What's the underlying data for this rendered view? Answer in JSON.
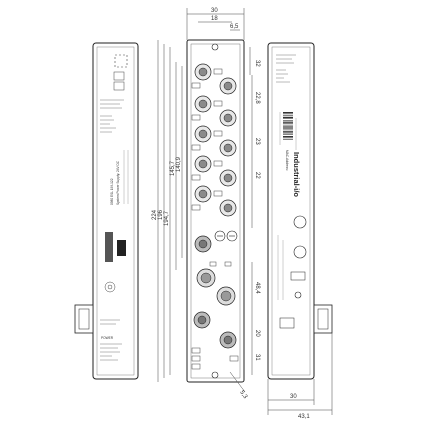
{
  "dimensions": {
    "width_top": "30",
    "offset_top": "18",
    "height_total": "224",
    "height_inner": "196",
    "height_pitch": "194,7",
    "length_main": "145,7",
    "length_aux": "140,9",
    "d_top_right": "6,5",
    "d_right_1": "32",
    "d_right_2": "22,8",
    "d_right_3": "23",
    "d_right_4": "22",
    "d_right_5": "48,4",
    "d_right_6": "20",
    "d_right_7": "31",
    "d_bottom_small": "5,3",
    "d_bottom_1": "30",
    "d_bottom_2": "43,1"
  },
  "brand": {
    "product": "Industrial-i/o"
  },
  "labels": {
    "order_no": "0980 ESL 199-122",
    "supply": "System Power Supply: 24V DC",
    "mac_label": "MAC-Address:",
    "ports_title": "Pin assignment",
    "power_title": "POWER"
  }
}
